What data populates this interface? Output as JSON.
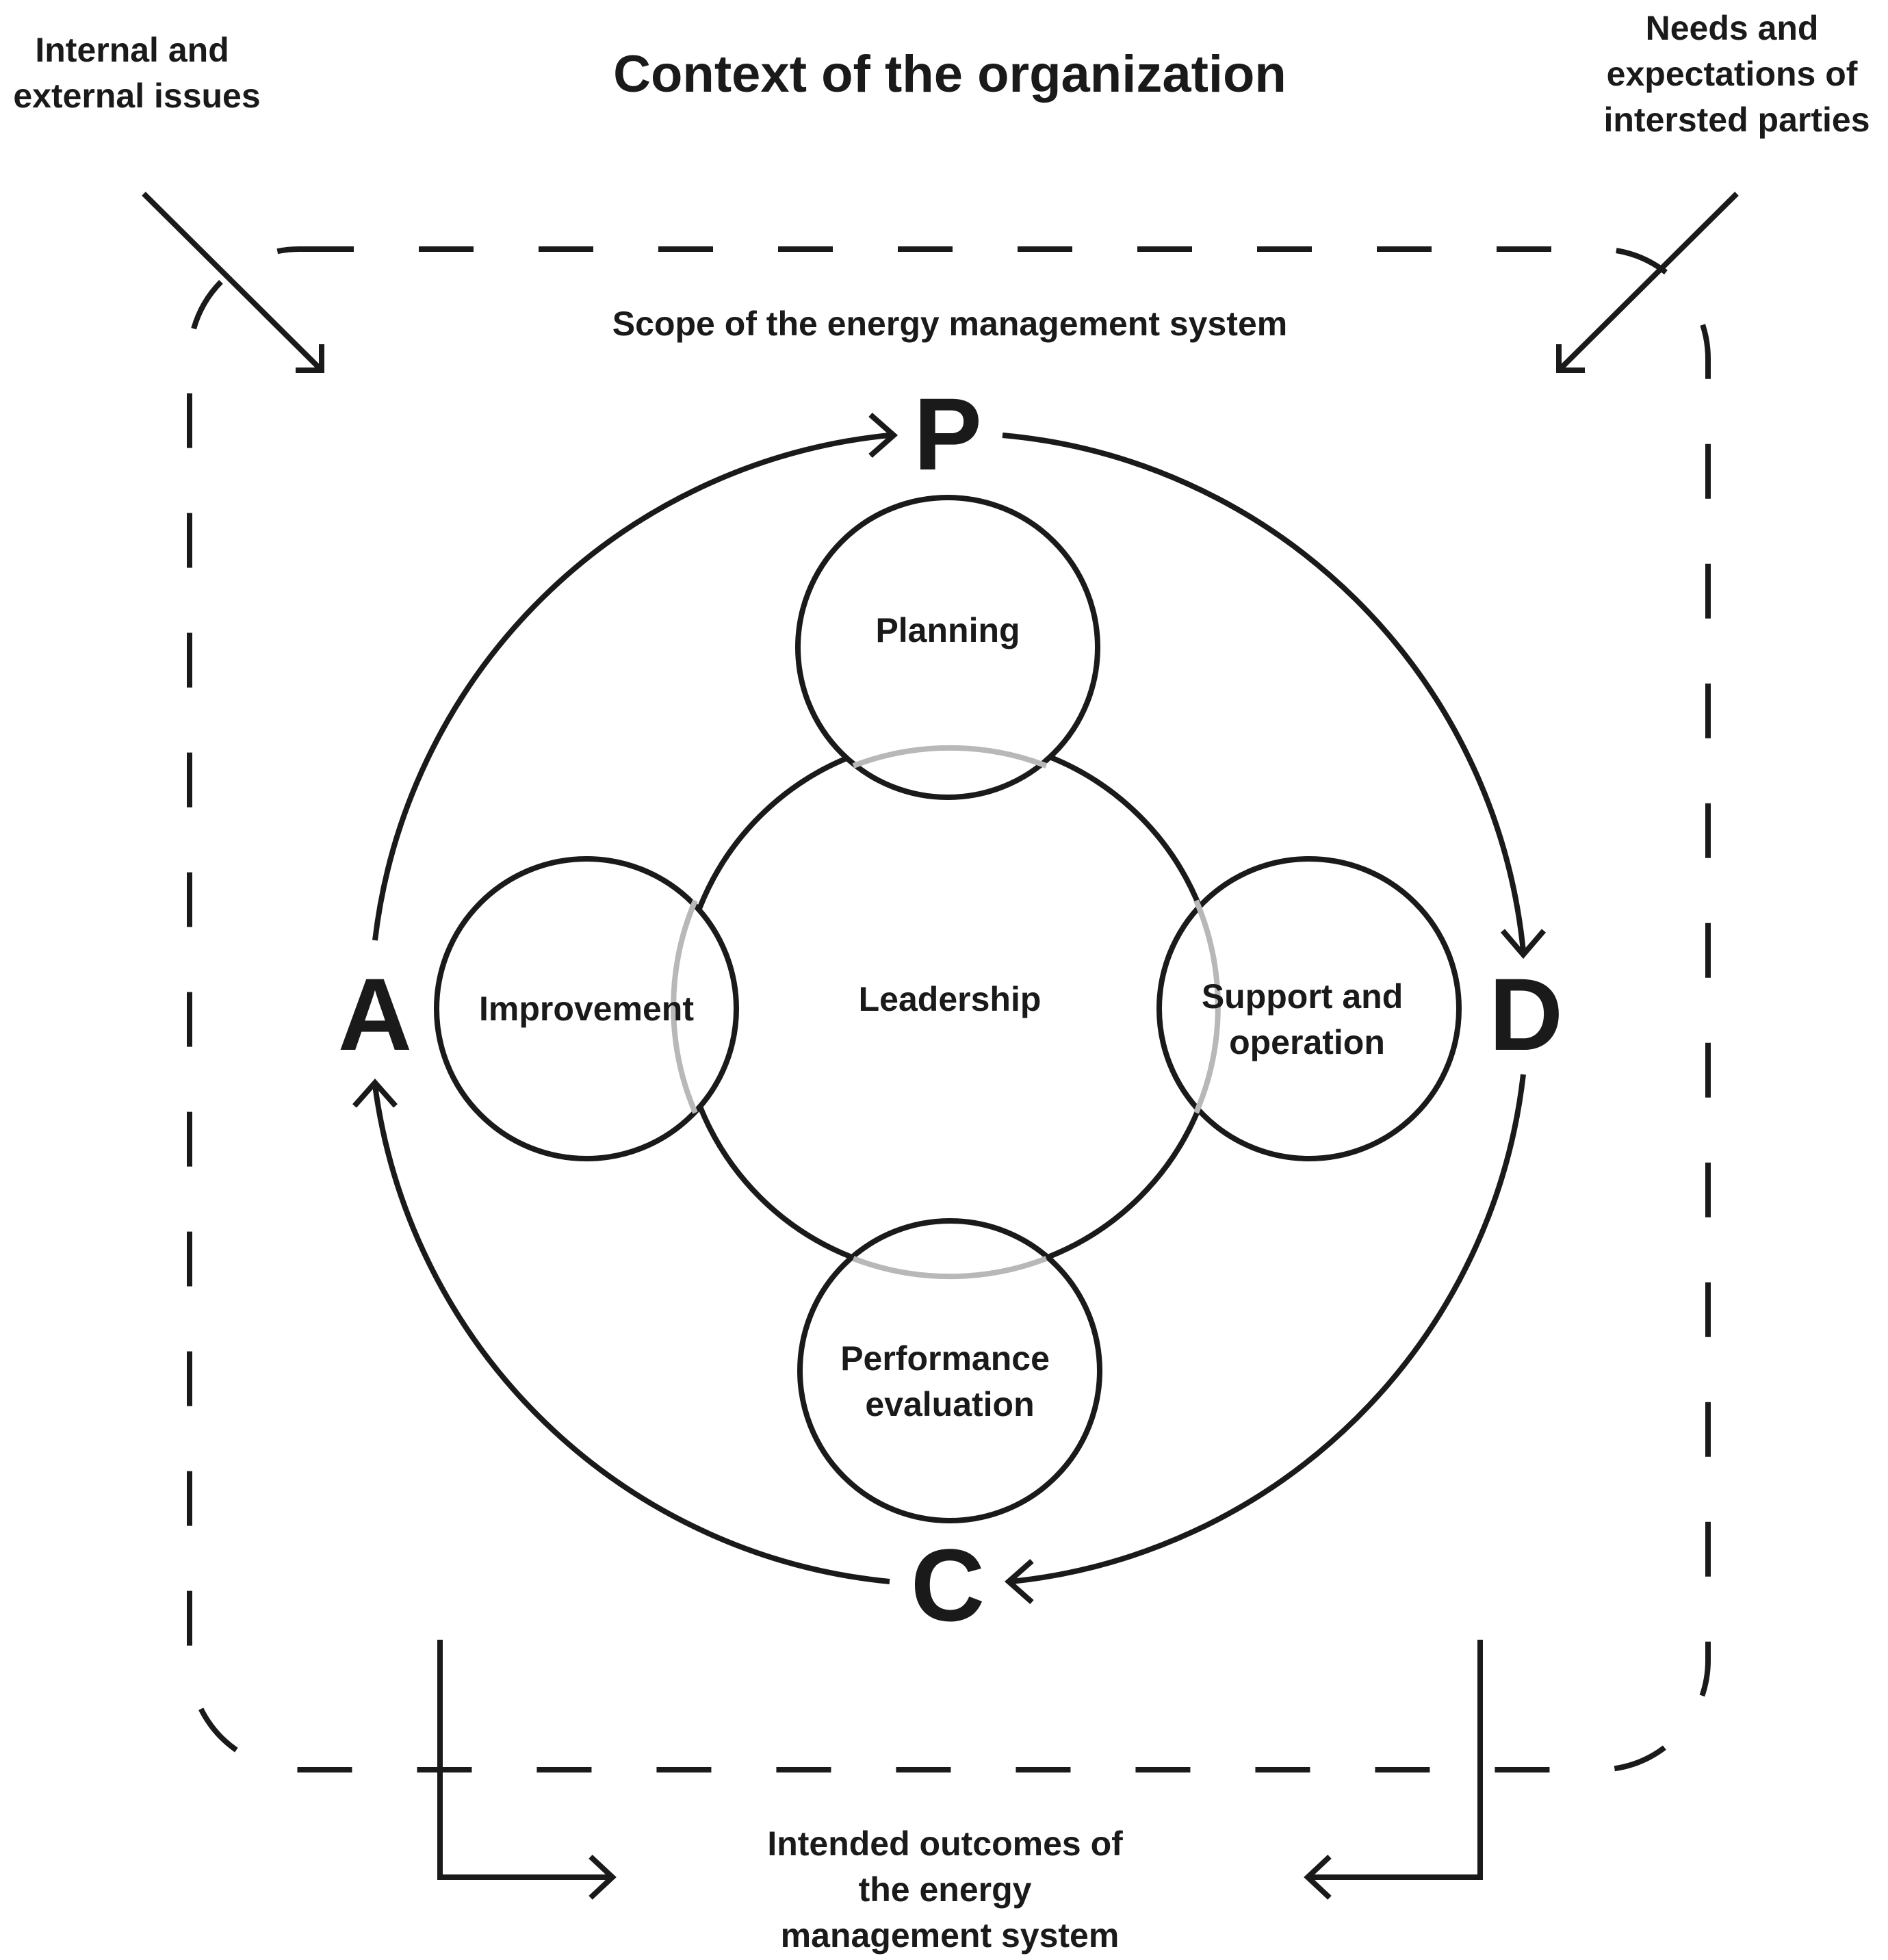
{
  "title": "Context of the organization",
  "inputs": {
    "left": [
      "Internal and",
      "external issues"
    ],
    "right": [
      "Needs and",
      "expectations of",
      "intersted parties"
    ]
  },
  "scope_label": "Scope of the energy management system",
  "outcome_label": [
    "Intended outcomes of",
    "the energy",
    "management system"
  ],
  "pdca": {
    "plan": "P",
    "do": "D",
    "check": "C",
    "act": "A"
  },
  "center": {
    "label": "Leadership"
  },
  "nodes": {
    "planning": [
      "Planning"
    ],
    "support": [
      "Support and",
      "operation"
    ],
    "performance": [
      "Performance",
      "evaluation"
    ],
    "improvement": [
      "Improvement"
    ]
  },
  "colors": {
    "ink": "#1a1a1a",
    "overlap": "#b8b8b8",
    "background": "#ffffff"
  }
}
